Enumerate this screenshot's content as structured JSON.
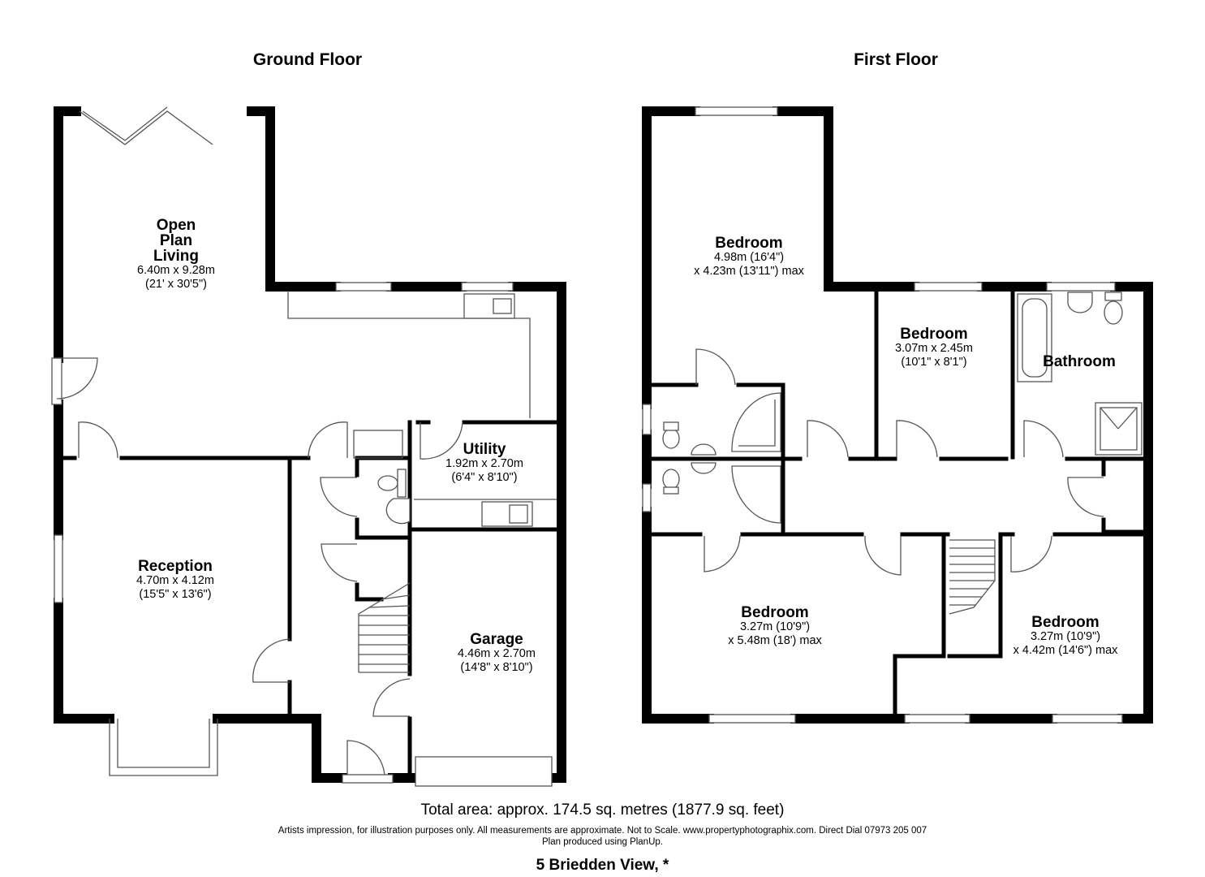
{
  "floors": {
    "ground": {
      "title": "Ground Floor",
      "rooms": {
        "open_plan": {
          "name_lines": [
            "Open",
            "Plan",
            "Living"
          ],
          "dims": [
            "6.40m x 9.28m",
            "(21' x 30'5\")"
          ]
        },
        "reception": {
          "name": "Reception",
          "dims": [
            "4.70m x 4.12m",
            "(15'5\" x 13'6\")"
          ]
        },
        "utility": {
          "name": "Utility",
          "dims": [
            "1.92m x 2.70m",
            "(6'4\" x 8'10\")"
          ]
        },
        "garage": {
          "name": "Garage",
          "dims": [
            "4.46m x 2.70m",
            "(14'8\" x 8'10\")"
          ]
        }
      }
    },
    "first": {
      "title": "First Floor",
      "rooms": {
        "bedroom_1": {
          "name": "Bedroom",
          "dims": [
            "4.98m (16'4\")",
            "x 4.23m (13'11\") max"
          ]
        },
        "bedroom_2": {
          "name": "Bedroom",
          "dims": [
            "3.07m x 2.45m",
            "(10'1\" x 8'1\")"
          ]
        },
        "bathroom": {
          "name": "Bathroom"
        },
        "bedroom_3": {
          "name": "Bedroom",
          "dims": [
            "3.27m (10'9\")",
            "x 5.48m (18') max"
          ]
        },
        "bedroom_4": {
          "name": "Bedroom",
          "dims": [
            "3.27m (10'9\")",
            "x 4.42m (14'6\") max"
          ]
        }
      }
    }
  },
  "footer": {
    "total_area": "Total area: approx. 174.5 sq. metres (1877.9 sq. feet)",
    "disclaimer": "Artists impression, for illustration purposes only. All measurements are approximate. Not to Scale. www.propertyphotographix.com. Direct Dial 07973 205 007",
    "produced_by": "Plan produced using PlanUp.",
    "address": "5 Briedden View, *"
  },
  "colors": {
    "wall": "#000000",
    "fixture": "#555555",
    "background": "#ffffff"
  }
}
